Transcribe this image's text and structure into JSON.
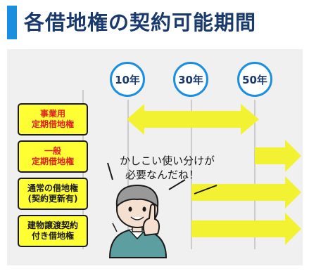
{
  "title": "各借地権の契約可能期間",
  "years": [
    "10年",
    "30年",
    "50年"
  ],
  "categories": [
    {
      "lines": [
        "事業用",
        "定期借地権"
      ],
      "color": "red",
      "duration": "10年〜50年"
    },
    {
      "lines": [
        "一般",
        "定期借地権"
      ],
      "color": "red",
      "duration": "50年以上"
    },
    {
      "lines": [
        "通常の借地権",
        "(契約更新有)"
      ],
      "color": "dark",
      "duration": "30年以上"
    },
    {
      "lines": [
        "建物譲渡契約",
        "付き借地権"
      ],
      "color": "dark",
      "duration": "30年以上"
    }
  ],
  "speech": {
    "line1": "かしこい使い分けが",
    "line2": "必要なんだね！"
  },
  "colors": {
    "accent": "#1a8fe0",
    "arrow": "#f2f233",
    "box": "#ffff33",
    "red_text": "#e02020",
    "title_text": "#1a3a6e"
  }
}
